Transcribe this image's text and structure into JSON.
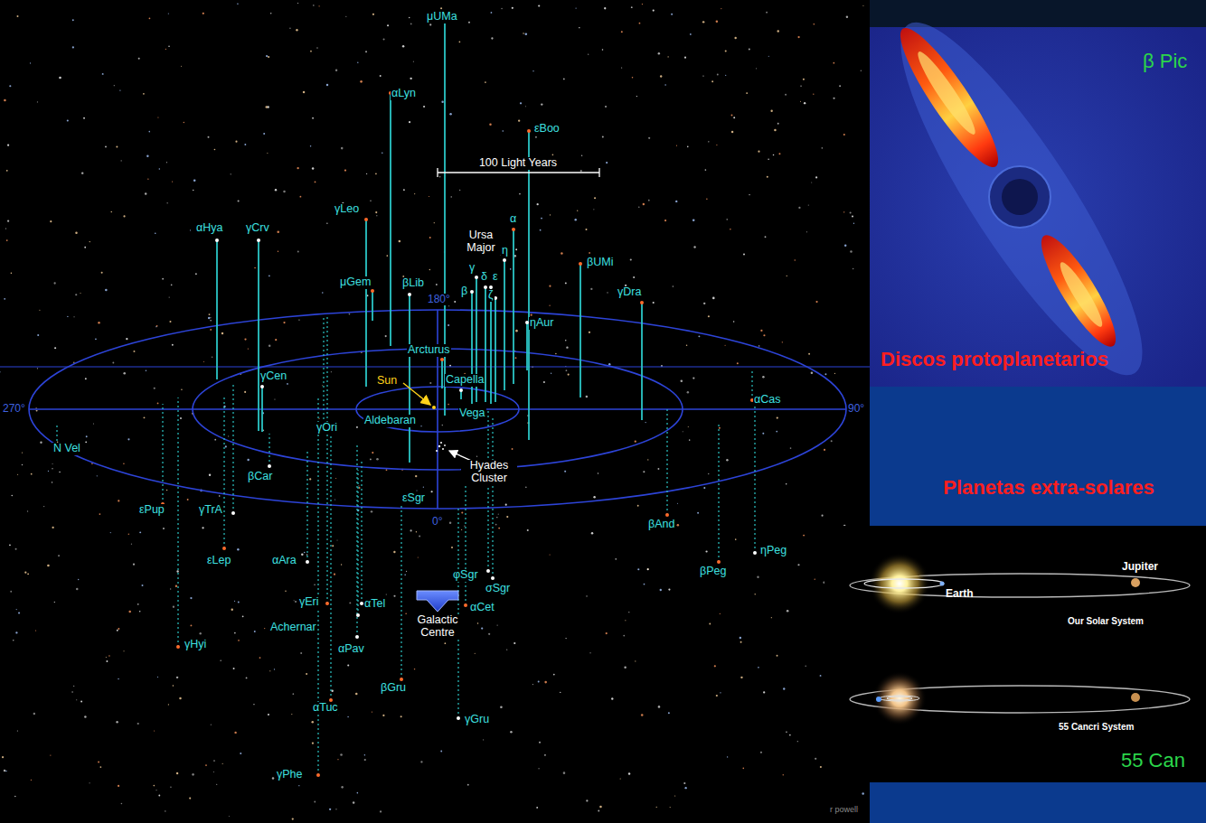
{
  "diagram": {
    "labels": [
      "μUMa",
      "αLyn",
      "εBoo",
      "100 Light Years",
      "γLeo",
      "αHya",
      "γCrv",
      "α",
      "Ursa Major",
      "η",
      "γ",
      "δ",
      "ε",
      "β",
      "ζ",
      "βUMi",
      "μGem",
      "βLib",
      "180°",
      "γDra",
      "ηAur",
      "Arcturus",
      "Capella",
      "γCen",
      "Sun",
      "Vega",
      "Aldebaran",
      "αCas",
      "270°",
      "90°",
      "γOri",
      "N Vel",
      "βCar",
      "Hyades Cluster",
      "εSgr",
      "0°",
      "εPup",
      "γTrA",
      "βAnd",
      "εLep",
      "αAra",
      "φSgr",
      "σSgr",
      "βPeg",
      "ηPeg",
      "γEri",
      "αTel",
      "αCet",
      "Galactic Centre",
      "Achernar",
      "αPav",
      "γHyi",
      "βGru",
      "αTuc",
      "γGru",
      "γPhe",
      "r powell",
      "β Pic",
      "Discos protoplanetarios",
      "Planetas extra-solares",
      "Jupiter",
      "Earth",
      "Our Solar System",
      "55 Cancri System",
      "55 Can"
    ]
  }
}
